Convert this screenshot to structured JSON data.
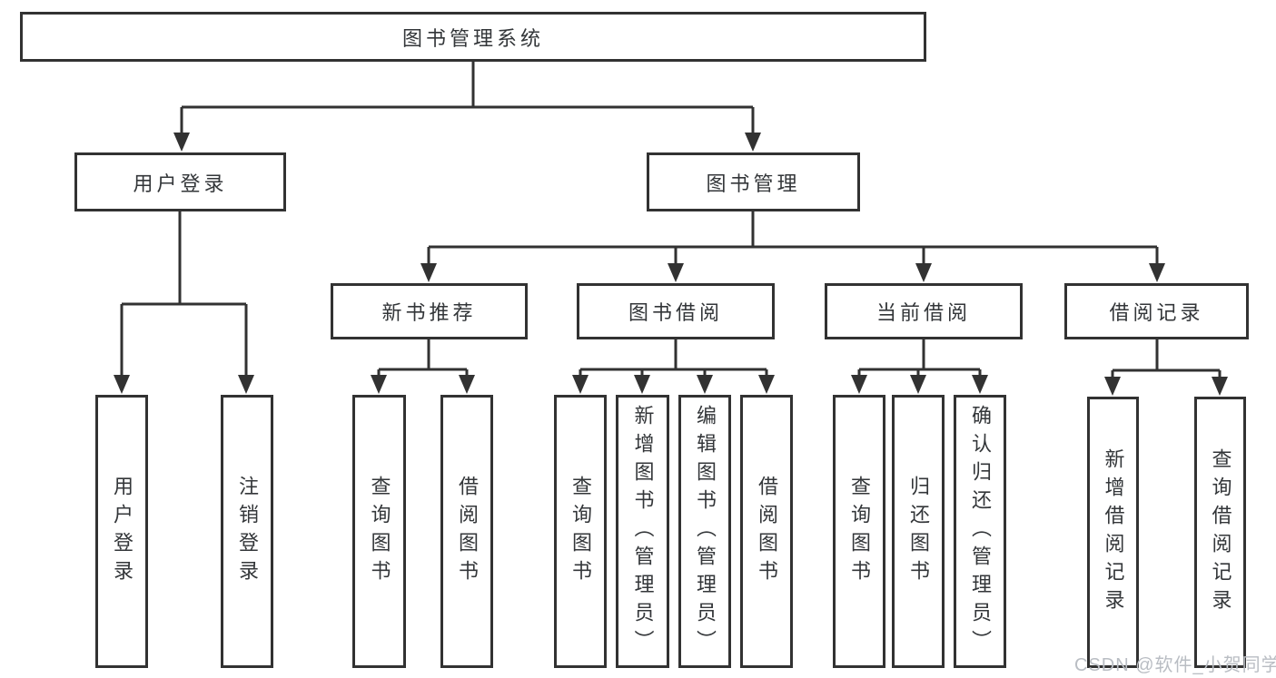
{
  "colors": {
    "line": "#323232",
    "text": "#333639",
    "box_bg": "#ffffff",
    "watermark": "#b9bdc3"
  },
  "watermark": {
    "text": "CSDN @软件_小贺同学"
  },
  "tree": {
    "root": {
      "label": "图书管理系统"
    },
    "children": [
      {
        "label": "用户登录",
        "children": [
          {
            "label": "用户登录"
          },
          {
            "label": "注销登录"
          }
        ]
      },
      {
        "label": "图书管理",
        "children": [
          {
            "label": "新书推荐",
            "children": [
              {
                "label": "查询图书"
              },
              {
                "label": "借阅图书"
              }
            ]
          },
          {
            "label": "图书借阅",
            "children": [
              {
                "label": "查询图书"
              },
              {
                "label": "新增图书（管理员）"
              },
              {
                "label": "编辑图书（管理员）"
              },
              {
                "label": "借阅图书"
              }
            ]
          },
          {
            "label": "当前借阅",
            "children": [
              {
                "label": "查询图书"
              },
              {
                "label": "归还图书"
              },
              {
                "label": "确认归还（管理员）"
              }
            ]
          },
          {
            "label": "借阅记录",
            "children": [
              {
                "label": "新增借阅记录"
              },
              {
                "label": "查询借阅记录"
              }
            ]
          }
        ]
      }
    ]
  }
}
